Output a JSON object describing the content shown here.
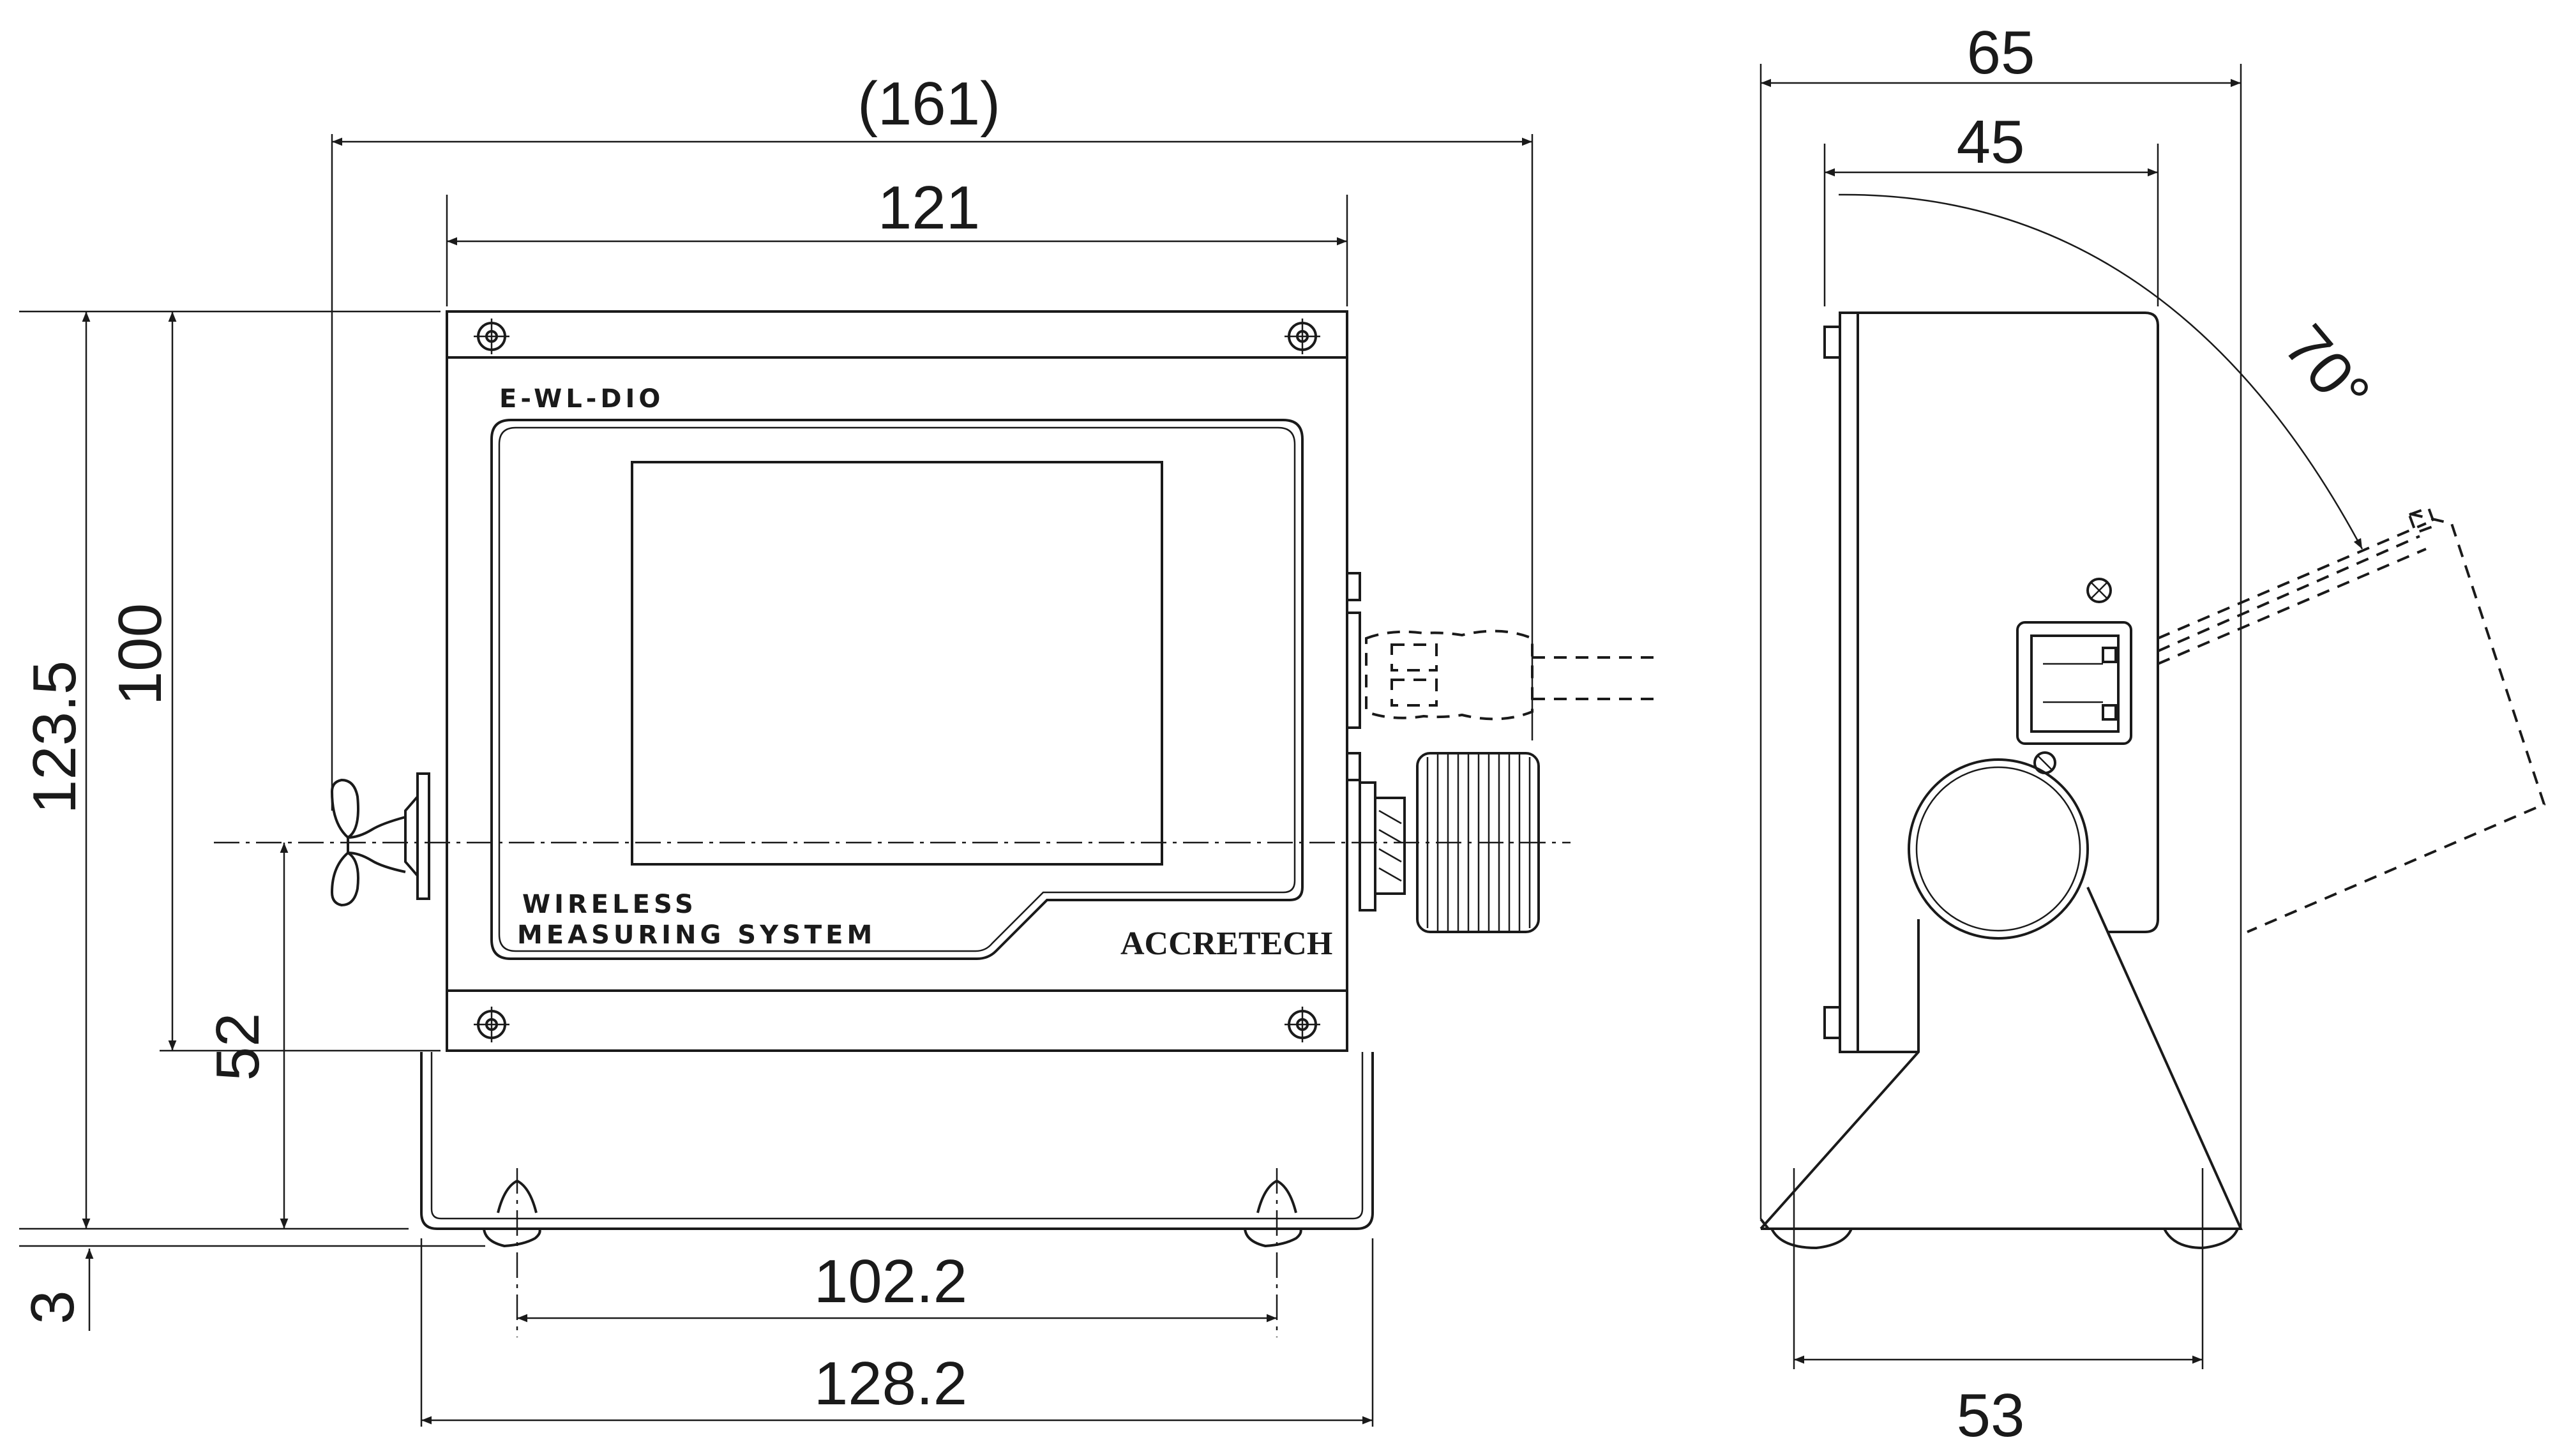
{
  "model_label": "E-WL-DIO",
  "panel_text_line1": "WIRELESS",
  "panel_text_line2": "MEASURING SYSTEM",
  "brand": "ACCRETECH",
  "dimensions": {
    "overall_width": "(161)",
    "body_width": "121",
    "overall_height": "123.5",
    "body_height": "100",
    "center_height": "52",
    "foot_height": "3",
    "foot_pitch": "102.2",
    "base_width": "128.2",
    "side_depth": "65",
    "side_body_depth": "45",
    "base_depth": "53",
    "tilt_angle": "70°"
  }
}
